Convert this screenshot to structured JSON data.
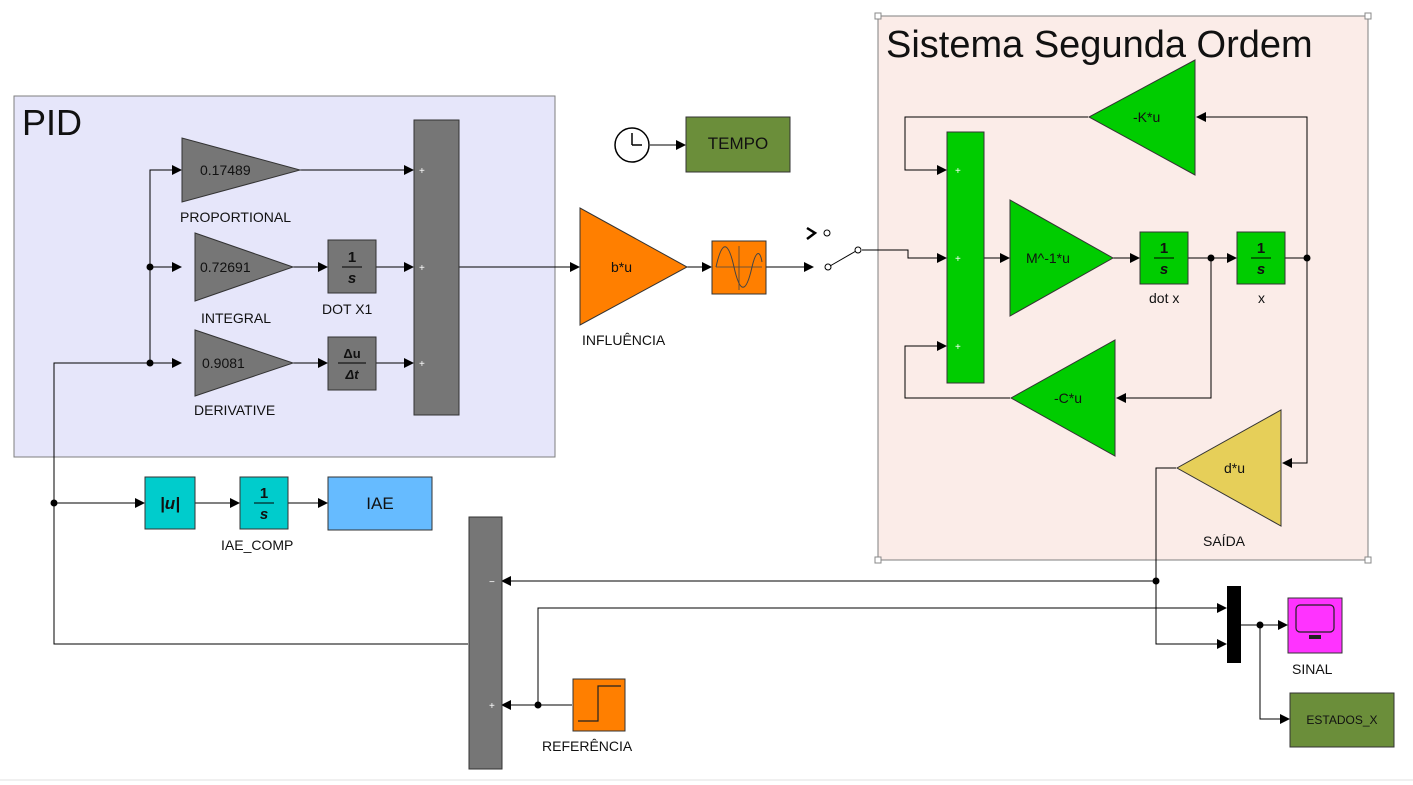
{
  "areas": {
    "pid": {
      "title": "PID"
    },
    "sistema": {
      "title": "Sistema Segunda Ordem"
    }
  },
  "gains": {
    "proportional": {
      "value": "0.17489",
      "label": "PROPORTIONAL"
    },
    "integral": {
      "value": "0.72691",
      "label": "INTEGRAL"
    },
    "derivative": {
      "value": "0.9081",
      "label": "DERIVATIVE"
    },
    "influencia": {
      "value": "b*u",
      "label": "INFLUÊNCIA"
    },
    "stiffness": {
      "value": "-K*u"
    },
    "mass": {
      "value": "M^-1*u"
    },
    "damping": {
      "value": "-C*u"
    },
    "saida": {
      "value": "d*u",
      "label": "SAÍDA"
    }
  },
  "integrators": {
    "dotx1": {
      "num": "1",
      "den": "s",
      "label": "DOT X1"
    },
    "dotx": {
      "num": "1",
      "den": "s",
      "label": "dot x"
    },
    "x": {
      "num": "1",
      "den": "s",
      "label": "x"
    },
    "iae_int": {
      "num": "1",
      "den": "s",
      "label": "IAE_COMP"
    }
  },
  "derivative_block": {
    "num": "Δu",
    "den": "Δt"
  },
  "abs_block": {
    "text": "|u|"
  },
  "sinks": {
    "tempo": "TEMPO",
    "iae": "IAE",
    "estados_x": "ESTADOS_X",
    "sinal": "SINAL"
  },
  "sources": {
    "referencia": "REFERÊNCIA"
  },
  "signs": {
    "pid_sum": [
      "+",
      "+",
      "+"
    ],
    "sys_sum": [
      "+",
      "+",
      "+"
    ],
    "err_sum": [
      "−",
      "+"
    ]
  },
  "colors": {
    "pid_area": "#e6e6fa",
    "sistema_area": "#fbece8",
    "gray_block": "#767676",
    "orange": "#ff7f00",
    "green": "#00cc00",
    "yellow": "#e6cf59",
    "cyan": "#00cccc",
    "blue": "#66bbff",
    "dark_green": "#6b8e3a",
    "magenta": "#ff33ff"
  }
}
